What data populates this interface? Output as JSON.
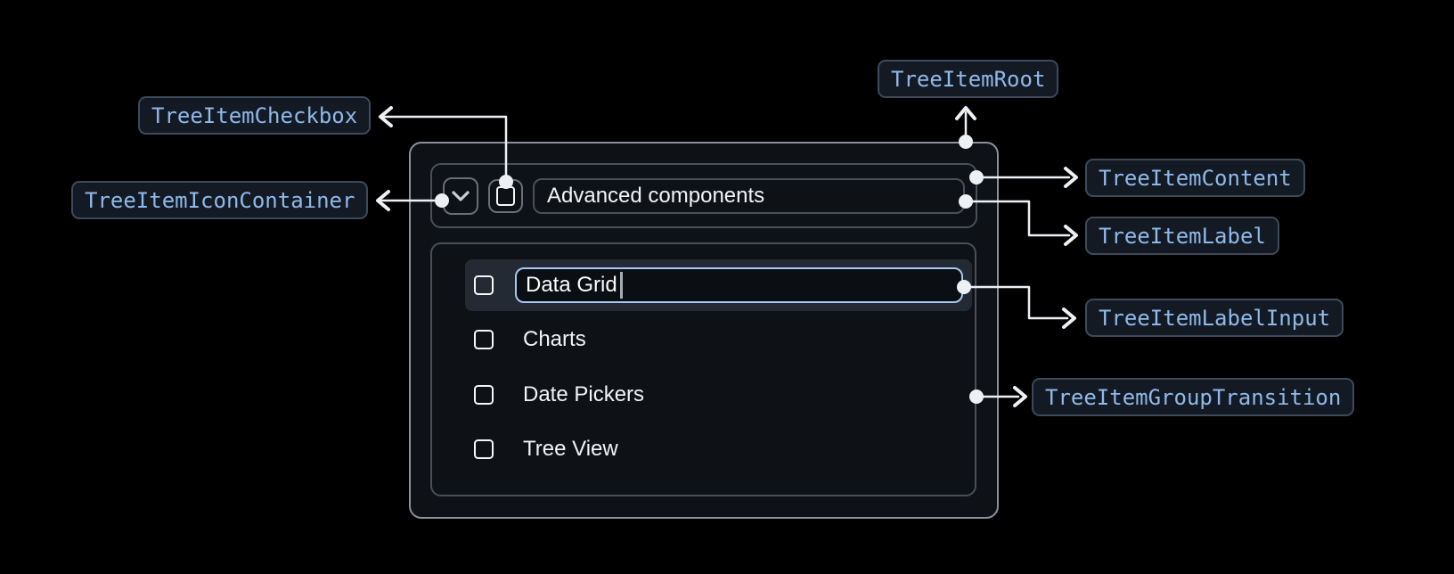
{
  "annotations": {
    "root": "TreeItemRoot",
    "checkbox": "TreeItemCheckbox",
    "icon_container": "TreeItemIconContainer",
    "content": "TreeItemContent",
    "label": "TreeItemLabel",
    "label_input": "TreeItemLabelInput",
    "group_transition": "TreeItemGroupTransition"
  },
  "tree": {
    "parent_label": "Advanced components",
    "parent_expanded": true,
    "items": [
      {
        "label": "Data Grid",
        "checked": false,
        "editing": true
      },
      {
        "label": "Charts",
        "checked": false
      },
      {
        "label": "Date Pickers",
        "checked": false
      },
      {
        "label": "Tree View",
        "checked": false
      }
    ]
  },
  "icons": {
    "expand_button": "chevron-down",
    "item_checkbox": "unchecked-square"
  },
  "colors": {
    "page_background": "#000000",
    "panel_background": "#0e1116",
    "panel_border": "#8b929b",
    "inner_border": "#4a5058",
    "row_highlight": "#242a33",
    "input_focus_border": "#a9c7f0",
    "annotation_text": "#8fb9ea",
    "annotation_background": "#131a24",
    "annotation_border": "#3e4a59",
    "connector": "#eef1f4",
    "text_primary": "#f2f4f6"
  }
}
